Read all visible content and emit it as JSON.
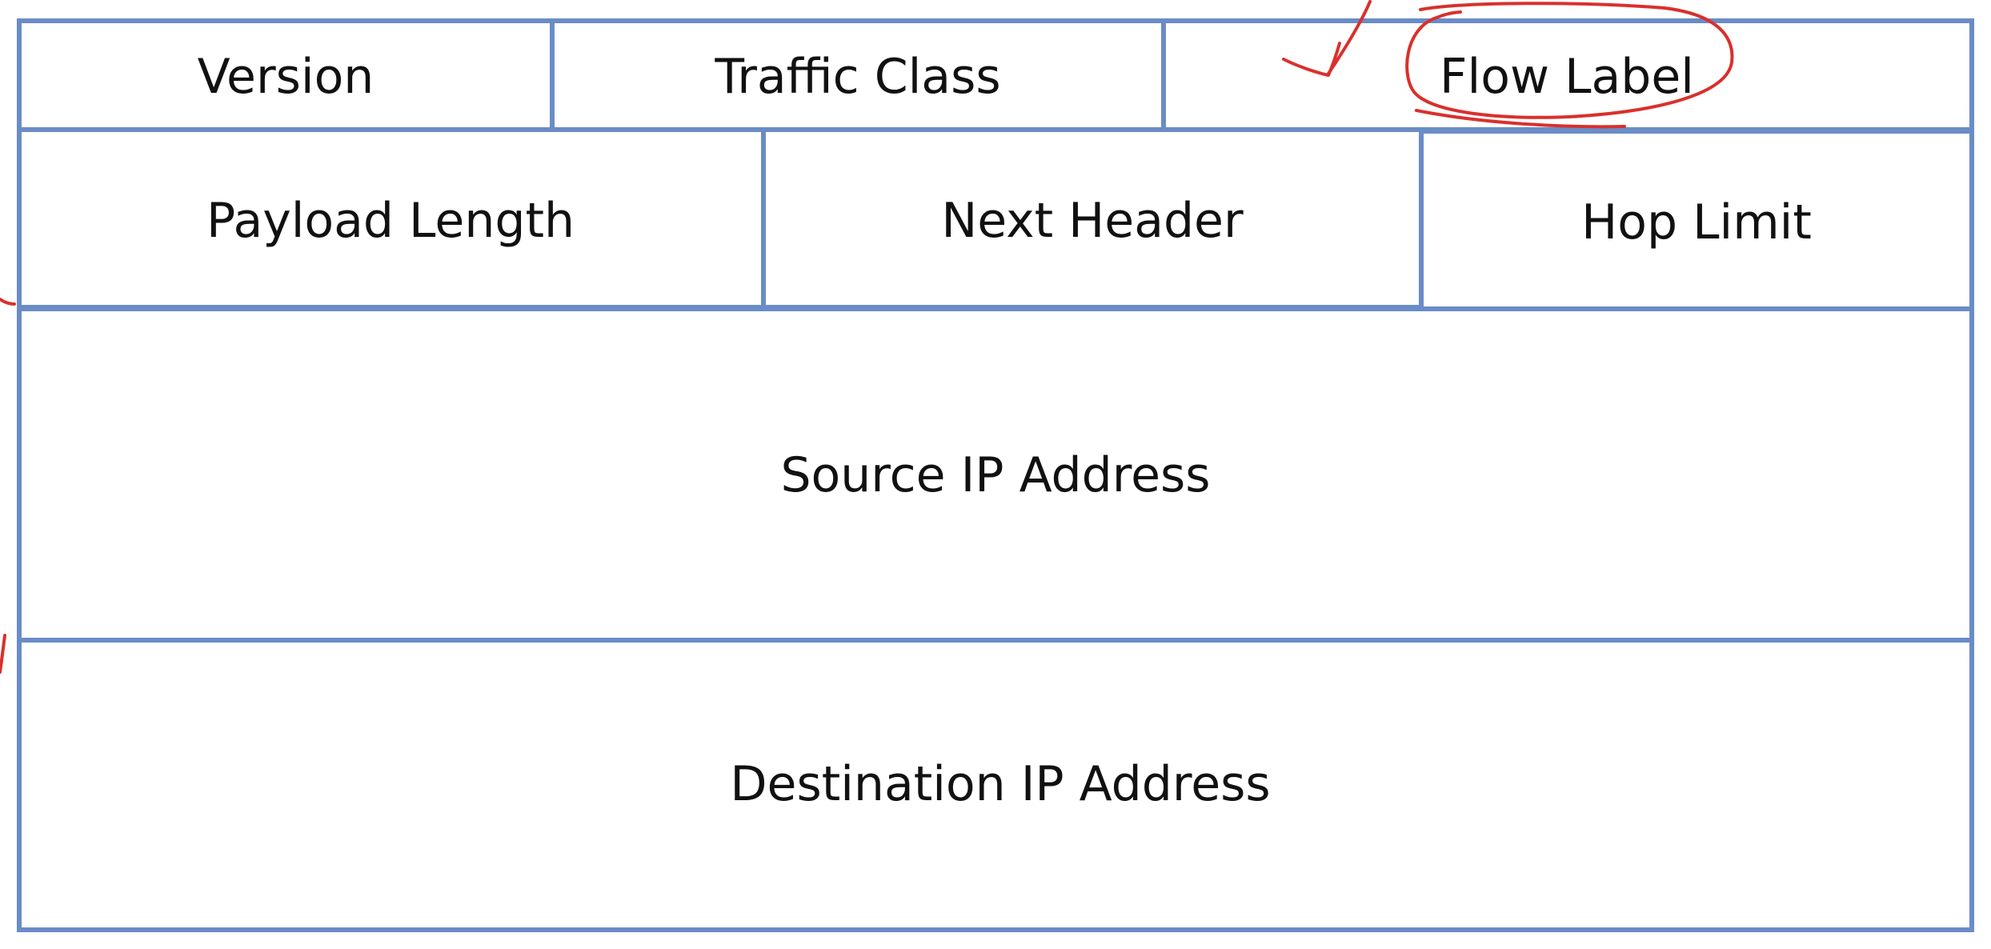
{
  "colors": {
    "border": "#6a8cc7",
    "text": "#111111",
    "annotation": "#d9302c",
    "background": "#ffffff"
  },
  "header": {
    "row1": {
      "version": "Version",
      "traffic_class": "Traffic Class",
      "flow_label": "Flow Label"
    },
    "row2": {
      "payload_length": "Payload Length",
      "next_header": "Next Header",
      "hop_limit": "Hop Limit"
    },
    "source_address": "Source IP Address",
    "destination_address": "Destination IP Address"
  },
  "annotations": {
    "flow_label_circled": true,
    "arrow_pointing_to": "flow-label"
  }
}
